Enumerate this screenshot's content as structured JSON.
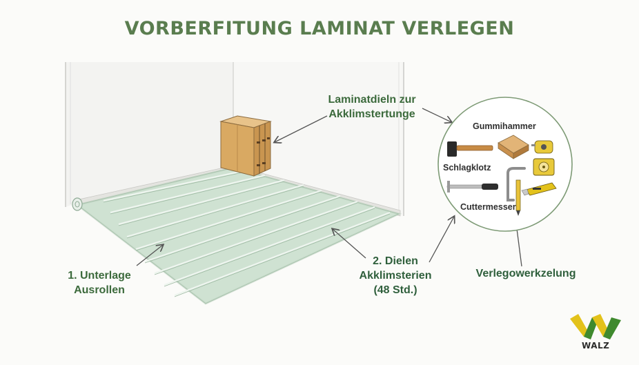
{
  "title": "VORBERFITUNG LAMINAT VERLEGEN",
  "labels": {
    "boards": "Laminatdieln zur\nAkklimstertunge",
    "underlay": "1. Unterlage\nAusrollen",
    "acclimate": "2. Dielen\nAkklimsterien\n(48 Std.)",
    "tools": "Verlegowerkzelung"
  },
  "tools": {
    "hammer": "Gummihammer",
    "block": "Schlagklotz",
    "cutter": "Cuttermesser"
  },
  "brand": {
    "name": "WALZ",
    "accent": "#5a7d4f",
    "logo_yellow": "#e3c21b",
    "logo_green": "#3f8a2e"
  },
  "icons": [
    "rubber-hammer-icon",
    "wood-block-icon",
    "tape-measure-icon",
    "pull-bar-icon",
    "spacer-icon",
    "cutter-knife-icon",
    "pencil-icon",
    "square-ruler-icon"
  ]
}
